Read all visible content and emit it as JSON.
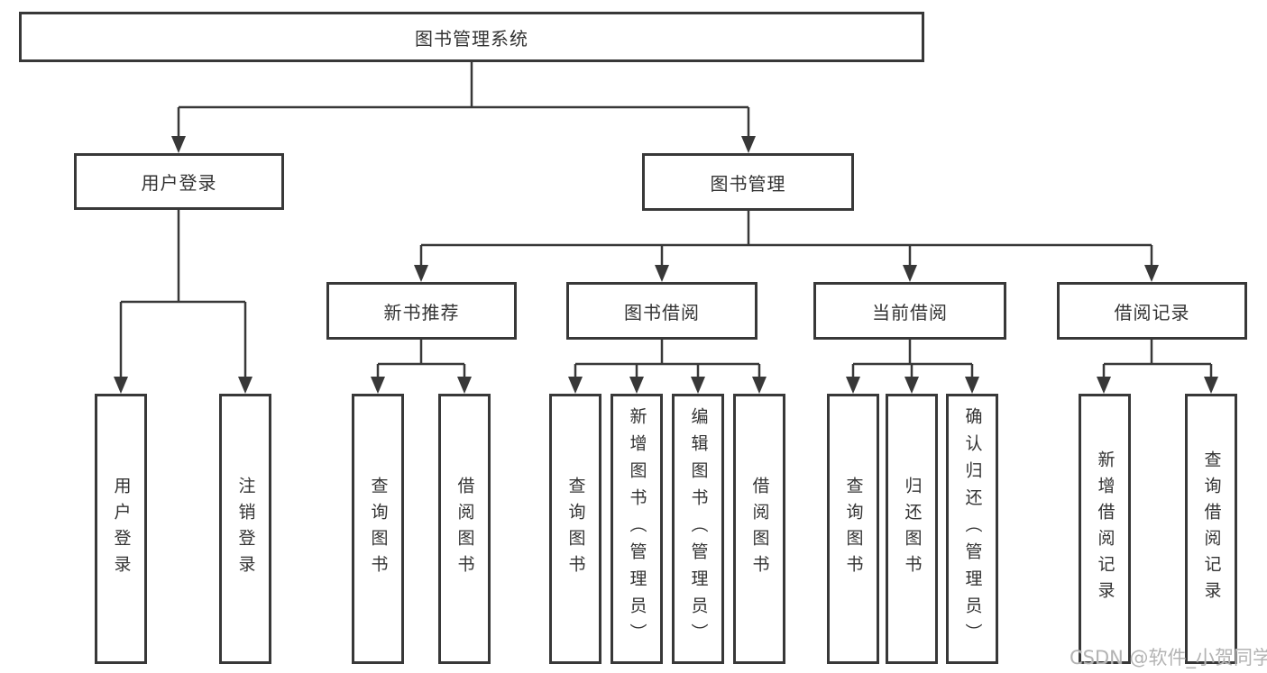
{
  "tree": {
    "label": "图书管理系统",
    "children": [
      {
        "label": "用户登录",
        "children": [
          {
            "label": "用户登录"
          },
          {
            "label": "注销登录"
          }
        ]
      },
      {
        "label": "图书管理",
        "children": [
          {
            "label": "新书推荐",
            "children": [
              {
                "label": "查询图书"
              },
              {
                "label": "借阅图书"
              }
            ]
          },
          {
            "label": "图书借阅",
            "children": [
              {
                "label": "查询图书"
              },
              {
                "label": "新增图书（管理员）"
              },
              {
                "label": "编辑图书（管理员）"
              },
              {
                "label": "借阅图书"
              }
            ]
          },
          {
            "label": "当前借阅",
            "children": [
              {
                "label": "查询图书"
              },
              {
                "label": "归还图书"
              },
              {
                "label": "确认归还（管理员）"
              }
            ]
          },
          {
            "label": "借阅记录",
            "children": [
              {
                "label": "新增借阅记录"
              },
              {
                "label": "查询借阅记录"
              }
            ]
          }
        ]
      }
    ]
  },
  "watermark": "CSDN @软件_小贺同学",
  "colors": {
    "line": "#383838",
    "box-border": "#383838",
    "box-fill": "#ffffff",
    "text": "#333333",
    "bg": "#ffffff",
    "watermark": "#b3b3b3"
  }
}
